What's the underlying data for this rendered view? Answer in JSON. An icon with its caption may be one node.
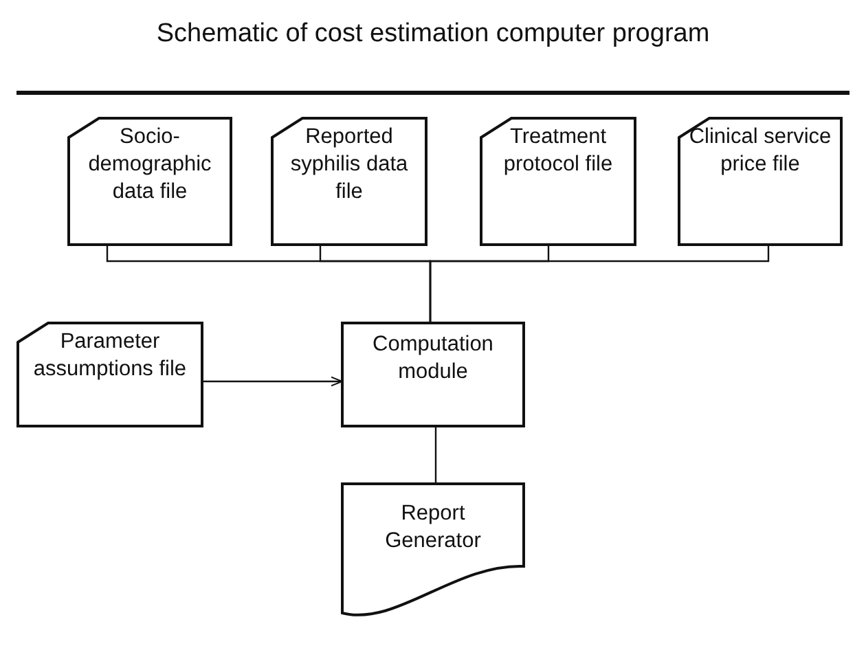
{
  "diagram": {
    "title": "Schematic of cost estimation computer program",
    "nodes": [
      {
        "text": [
          "Socio-demographic data file"
        ]
      },
      {
        "text": [
          "Reported syphilis data file"
        ]
      },
      {
        "text": [
          "Treatment protocol file"
        ]
      },
      {
        "text": [
          "Clinical service price file"
        ]
      },
      {
        "text": [
          "Parameter assumptions file"
        ]
      },
      {
        "text": [
          "Computation module"
        ]
      },
      {
        "text": [
          "Report Generator"
        ]
      }
    ],
    "edges": [
      {
        "from": 0,
        "to": 5,
        "arrow": "none"
      },
      {
        "from": 1,
        "to": 5,
        "arrow": "none"
      },
      {
        "from": 2,
        "to": 5,
        "arrow": "none"
      },
      {
        "from": 3,
        "to": 5,
        "arrow": "none"
      },
      {
        "from": 4,
        "to": 5,
        "arrow": "to"
      },
      {
        "from": 5,
        "to": 6,
        "arrow": "none"
      }
    ]
  }
}
